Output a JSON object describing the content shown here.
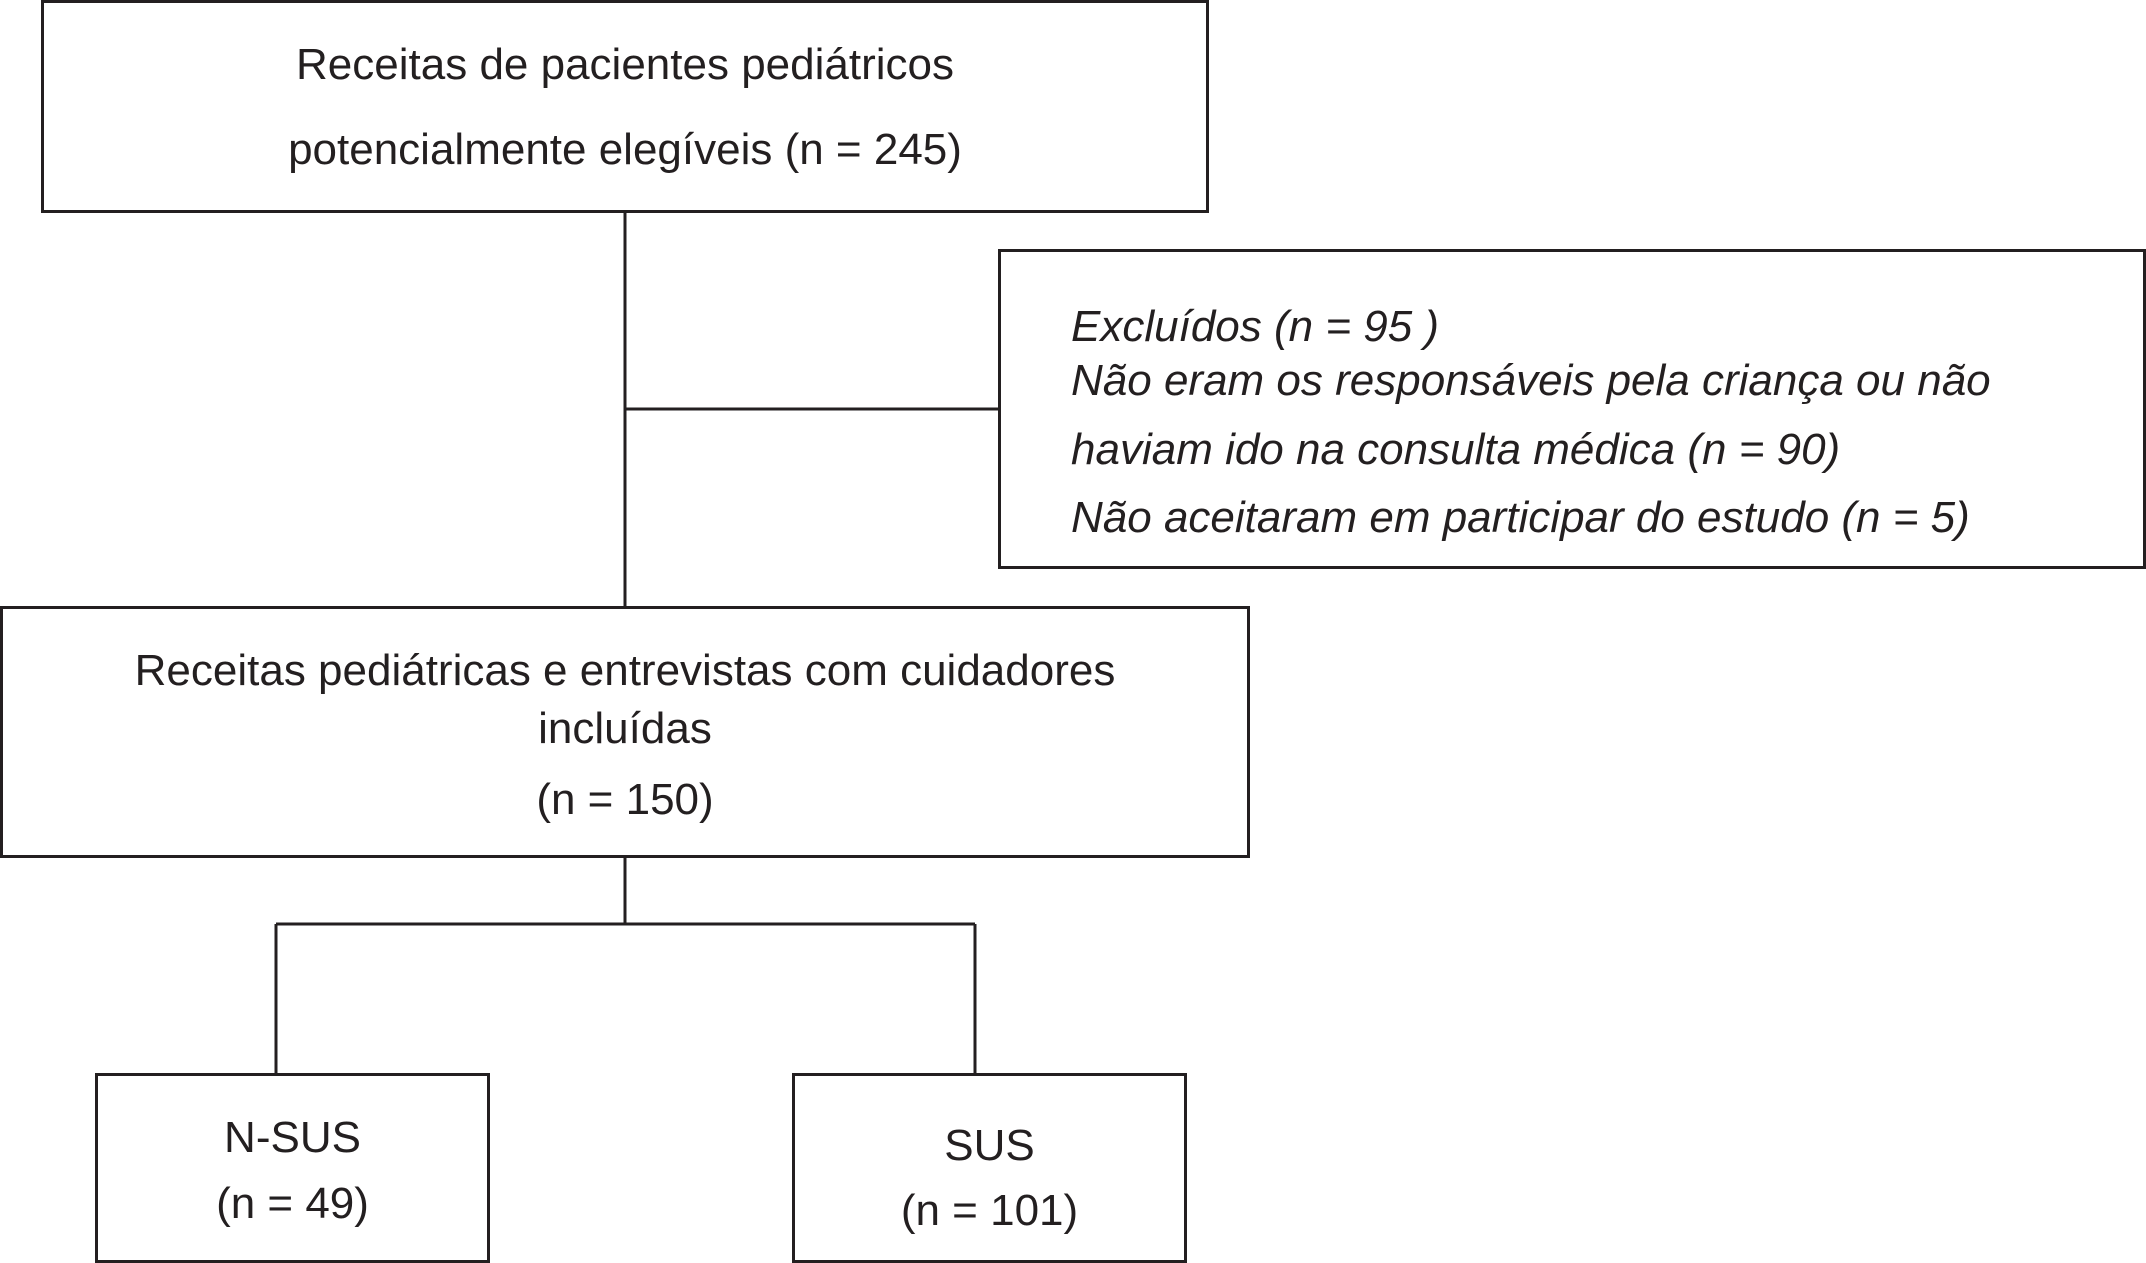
{
  "diagram": {
    "eligible": {
      "line1": "Receitas de pacientes pediátricos",
      "line2": "potencialmente elegíveis (n = 245)"
    },
    "excluded": {
      "line1": "Excluídos (n = 95 )",
      "line2": "Não eram os responsáveis pela criança ou não",
      "line3": "haviam ido na consulta médica (n = 90)",
      "line4": "Não aceitaram em participar do estudo (n = 5)"
    },
    "included": {
      "line1": "Receitas pediátricas e entrevistas com cuidadores",
      "line2": "incluídas",
      "line3": "(n = 150)"
    },
    "nsus": {
      "line1": "N-SUS",
      "line2": "(n = 49)"
    },
    "sus": {
      "line1": "SUS",
      "line2": "(n = 101)"
    }
  }
}
